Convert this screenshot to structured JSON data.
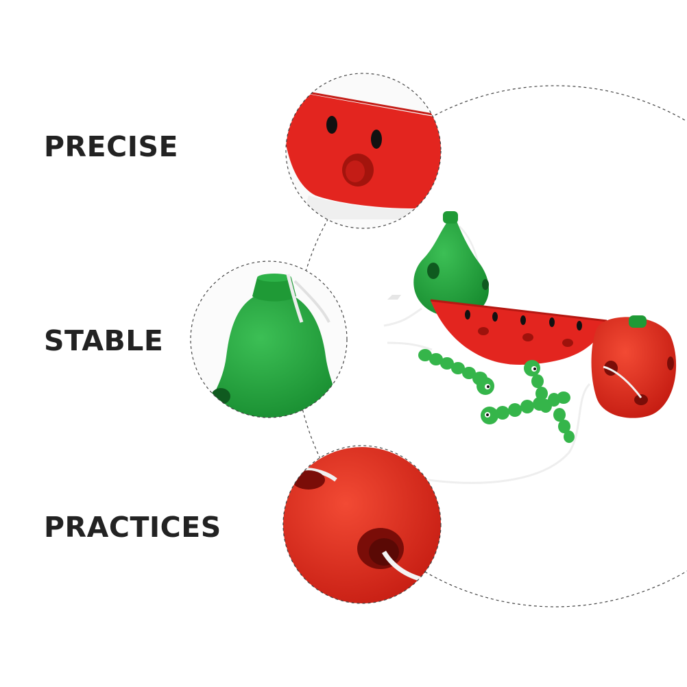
{
  "features": [
    {
      "label": "PRECISE"
    },
    {
      "label": "STABLE"
    },
    {
      "label": "PRACTICES"
    }
  ],
  "colors": {
    "watermelon_red": "#e3251f",
    "apple_red": "#dd2a1e",
    "pear_green": "#25a23c",
    "caterpillar_green": "#35b54a",
    "label_text": "#222222",
    "dashed_circle": "#444444"
  }
}
